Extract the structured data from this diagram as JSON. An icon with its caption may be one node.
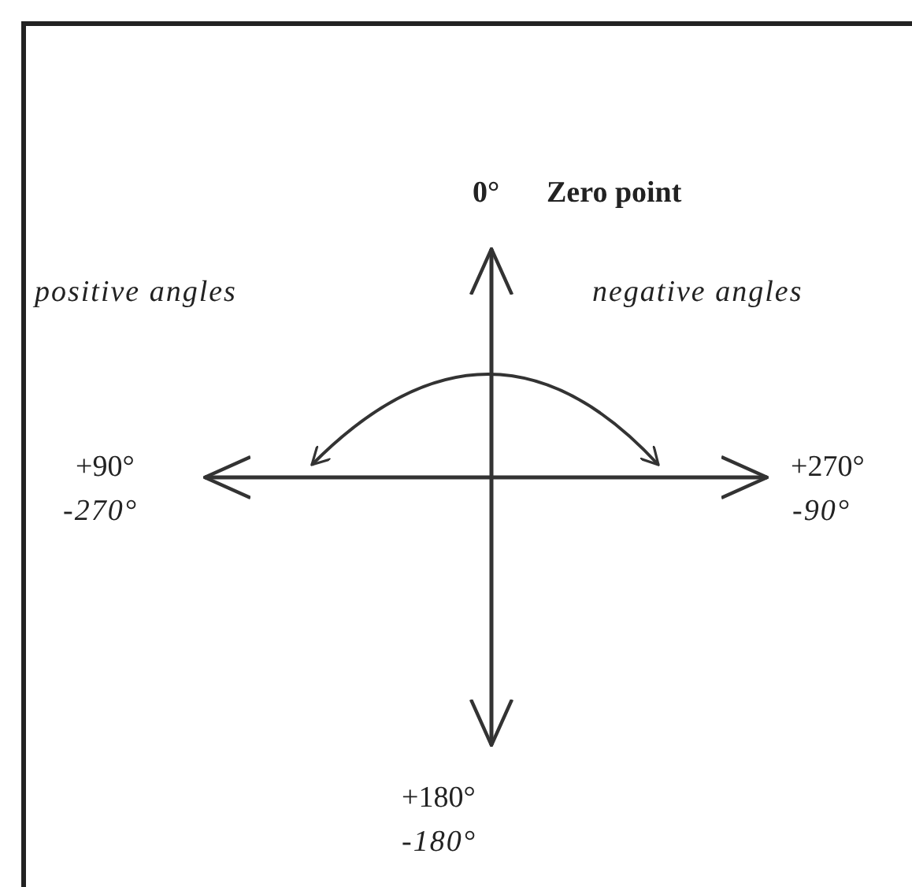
{
  "diagram": {
    "labels": [
      "0°",
      "Zero point",
      "positive angles",
      "negative angles",
      "+90°",
      "-270°",
      "+270°",
      "-90°",
      "+180°",
      "-180°"
    ]
  }
}
